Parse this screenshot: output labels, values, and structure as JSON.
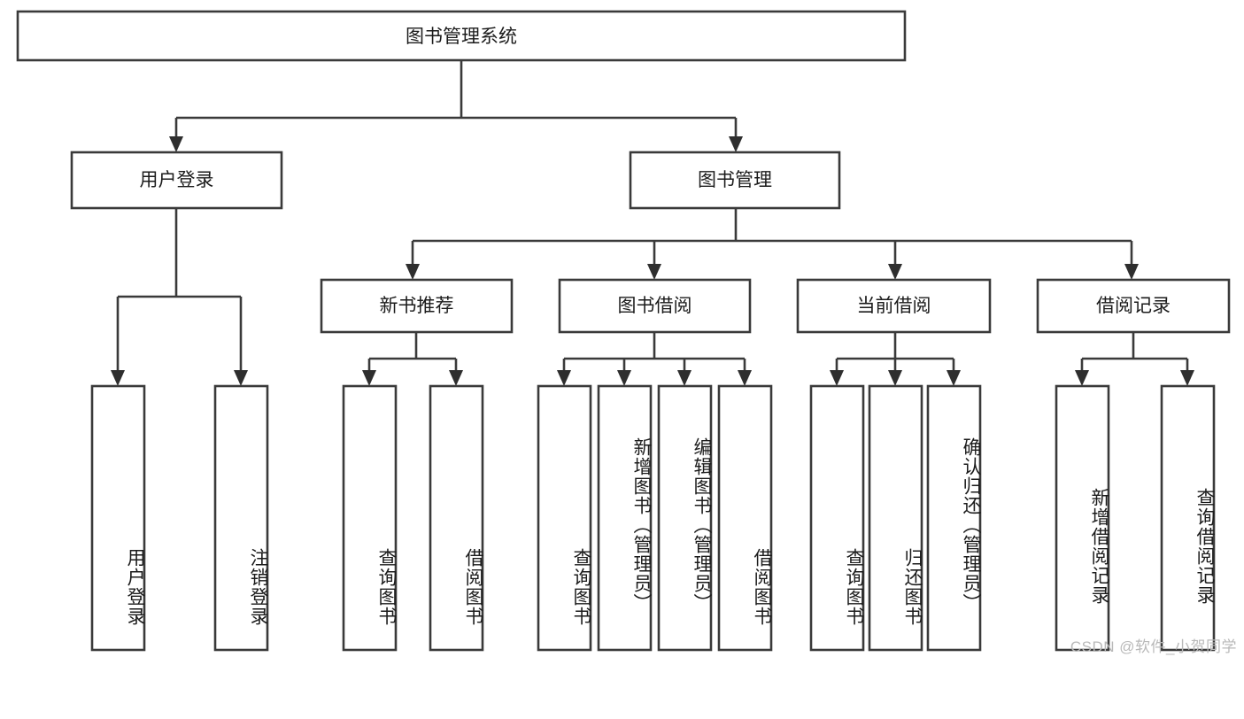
{
  "diagram": {
    "type": "hierarchy-tree",
    "title": "图书管理系统",
    "root": {
      "label": "图书管理系统"
    },
    "level1": [
      {
        "id": "user-login",
        "label": "用户登录"
      },
      {
        "id": "book-manage",
        "label": "图书管理"
      }
    ],
    "level2": [
      {
        "id": "new-book-recommend",
        "label": "新书推荐",
        "parent": "book-manage"
      },
      {
        "id": "book-borrow",
        "label": "图书借阅",
        "parent": "book-manage"
      },
      {
        "id": "current-borrow",
        "label": "当前借阅",
        "parent": "book-manage"
      },
      {
        "id": "borrow-record",
        "label": "借阅记录",
        "parent": "book-manage"
      }
    ],
    "leaves": [
      {
        "id": "leaf-user-login",
        "label": "用户登录",
        "parent": "user-login"
      },
      {
        "id": "leaf-logout-login",
        "label": "注销登录",
        "parent": "user-login"
      },
      {
        "id": "leaf-query-book-1",
        "label": "查询图书",
        "parent": "new-book-recommend"
      },
      {
        "id": "leaf-borrow-book-1",
        "label": "借阅图书",
        "parent": "new-book-recommend"
      },
      {
        "id": "leaf-query-book-2",
        "label": "查询图书",
        "parent": "book-borrow"
      },
      {
        "id": "leaf-add-book",
        "label": "新增图书（管理员）",
        "parent": "book-borrow"
      },
      {
        "id": "leaf-edit-book",
        "label": "编辑图书（管理员）",
        "parent": "book-borrow"
      },
      {
        "id": "leaf-borrow-book-2",
        "label": "借阅图书",
        "parent": "book-borrow"
      },
      {
        "id": "leaf-query-book-3",
        "label": "查询图书",
        "parent": "current-borrow"
      },
      {
        "id": "leaf-return-book",
        "label": "归还图书",
        "parent": "current-borrow"
      },
      {
        "id": "leaf-confirm-return",
        "label": "确认归还（管理员）",
        "parent": "current-borrow"
      },
      {
        "id": "leaf-add-record",
        "label": "新增借阅记录",
        "parent": "borrow-record"
      },
      {
        "id": "leaf-query-record",
        "label": "查询借阅记录",
        "parent": "borrow-record"
      }
    ],
    "watermark": "CSDN @软件_小贺同学",
    "colors": {
      "stroke": "#3a3a3a",
      "text": "#1b1b1b",
      "background": "#ffffff",
      "watermark": "#b9b9b9"
    }
  }
}
